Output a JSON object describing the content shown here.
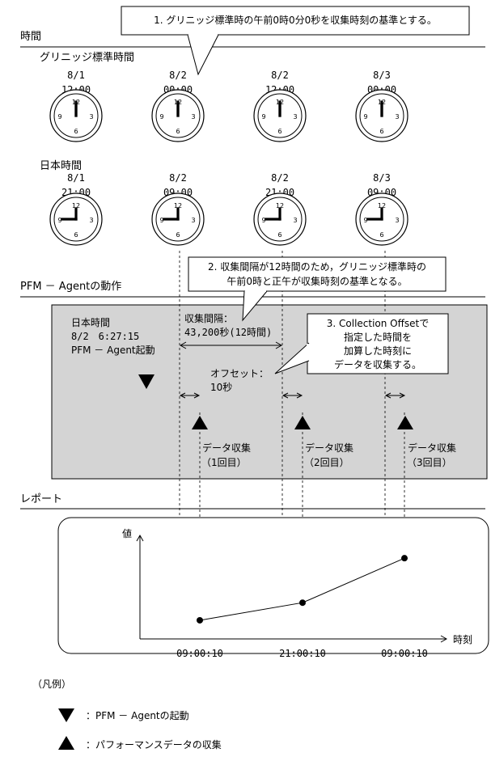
{
  "callouts": {
    "c1": "1. グリニッジ標準時の午前0時0分0秒を収集時刻の基準とする。",
    "c2_line1": "2. 収集間隔が12時間のため，グリニッジ標準時の",
    "c2_line2": "午前0時と正午が収集時刻の基準となる。",
    "c3_line1": "3. Collection Offsetで",
    "c3_line2": "指定した時間を",
    "c3_line3": "加算した時刻に",
    "c3_line4": "データを収集する。"
  },
  "sections": {
    "time": "時間",
    "agent": "PFM － Agentの動作",
    "report": "レポート"
  },
  "clock_rows": [
    {
      "label": "グリニッジ標準時間",
      "clocks": [
        {
          "date": "8/1",
          "time": "12:00",
          "hour": 12,
          "minute": 0
        },
        {
          "date": "8/2",
          "time": "00:00",
          "hour": 0,
          "minute": 0
        },
        {
          "date": "8/2",
          "time": "12:00",
          "hour": 12,
          "minute": 0
        },
        {
          "date": "8/3",
          "time": "00:00",
          "hour": 0,
          "minute": 0
        }
      ]
    },
    {
      "label": "日本時間",
      "clocks": [
        {
          "date": "8/1",
          "time": "21:00",
          "hour": 21,
          "minute": 0
        },
        {
          "date": "8/2",
          "time": "09:00",
          "hour": 9,
          "minute": 0
        },
        {
          "date": "8/2",
          "time": "21:00",
          "hour": 21,
          "minute": 0
        },
        {
          "date": "8/3",
          "time": "09:00",
          "hour": 9,
          "minute": 0
        }
      ]
    }
  ],
  "clock_face": {
    "n12": "12",
    "n3": "3",
    "n6": "6",
    "n9": "9"
  },
  "agent": {
    "jst_label": "日本時間",
    "start_time": "8/2　6:27:15",
    "start_label": "PFM － Agent起動",
    "interval_label": "収集間隔：",
    "interval_value": "43,200秒(12時間)",
    "offset_label": "オフセット：",
    "offset_value": "10秒",
    "collections": [
      {
        "label": "データ収集",
        "count": "（1回目）"
      },
      {
        "label": "データ収集",
        "count": "（2回目）"
      },
      {
        "label": "データ収集",
        "count": "（3回目）"
      }
    ]
  },
  "chart_data": {
    "type": "line",
    "ylabel": "値",
    "xlabel": "時刻",
    "x": [
      "09:00:10",
      "21:00:10",
      "09:00:10"
    ],
    "values": [
      0.18,
      0.35,
      0.78
    ]
  },
  "legend": {
    "heading": "（凡例）",
    "start": "：PFM － Agentの起動",
    "collect": "：パフォーマンスデータの収集"
  }
}
